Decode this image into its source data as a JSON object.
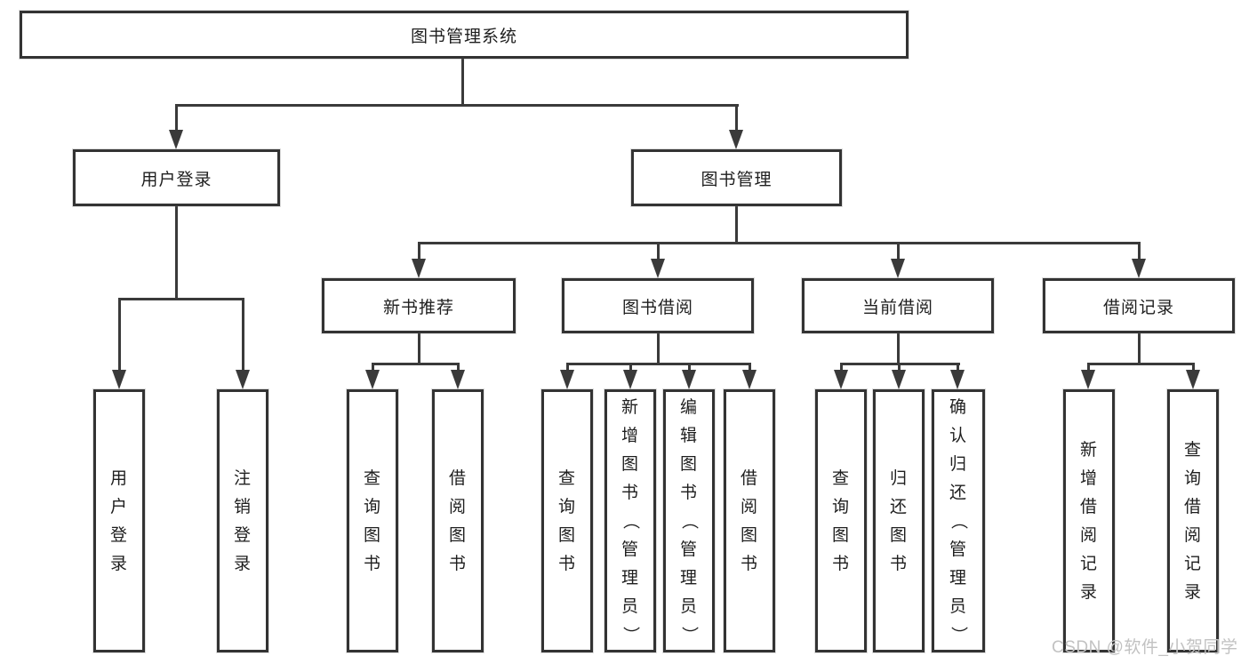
{
  "diagram": {
    "root": "图书管理系统",
    "level2": [
      {
        "label": "用户登录"
      },
      {
        "label": "图书管理"
      }
    ],
    "level3": [
      {
        "label": "新书推荐"
      },
      {
        "label": "图书借阅"
      },
      {
        "label": "当前借阅"
      },
      {
        "label": "借阅记录"
      }
    ],
    "leaves": {
      "user_login": [
        "用户登录",
        "注销登录"
      ],
      "new_book": [
        "查询图书",
        "借阅图书"
      ],
      "book_borrow": [
        "查询图书",
        "新增图书（管理员）",
        "编辑图书（管理员）",
        "借阅图书"
      ],
      "current_borrow": [
        "查询图书",
        "归还图书",
        "确认归还（管理员）"
      ],
      "borrow_record": [
        "新增借阅记录",
        "查询借阅记录"
      ]
    }
  },
  "watermark": "CSDN @软件_小贺同学",
  "colors": {
    "line": "#3a3a3a",
    "border": "#333333",
    "text": "#1e1e1e",
    "watermark": "#c2c2c2",
    "background": "#ffffff"
  }
}
